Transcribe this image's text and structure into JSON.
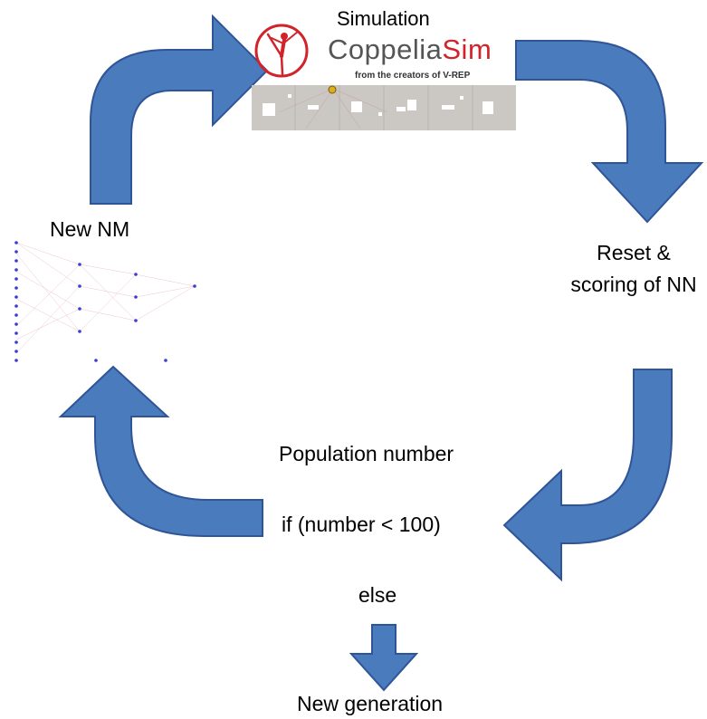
{
  "title": "Simulation",
  "logo": {
    "name_main": "Coppelia",
    "name_accent": "Sim",
    "tagline": "from the creators of V-REP",
    "accent_color": "#d2232a"
  },
  "nodes": {
    "new_nm": "New NM",
    "reset_scoring": "Reset & scoring of NN",
    "population": "Population number",
    "condition": "if (number  < 100)",
    "else": "else",
    "new_generation": "New generation"
  },
  "colors": {
    "arrow_fill": "#4a7bbd",
    "arrow_stroke": "#2f5597"
  }
}
